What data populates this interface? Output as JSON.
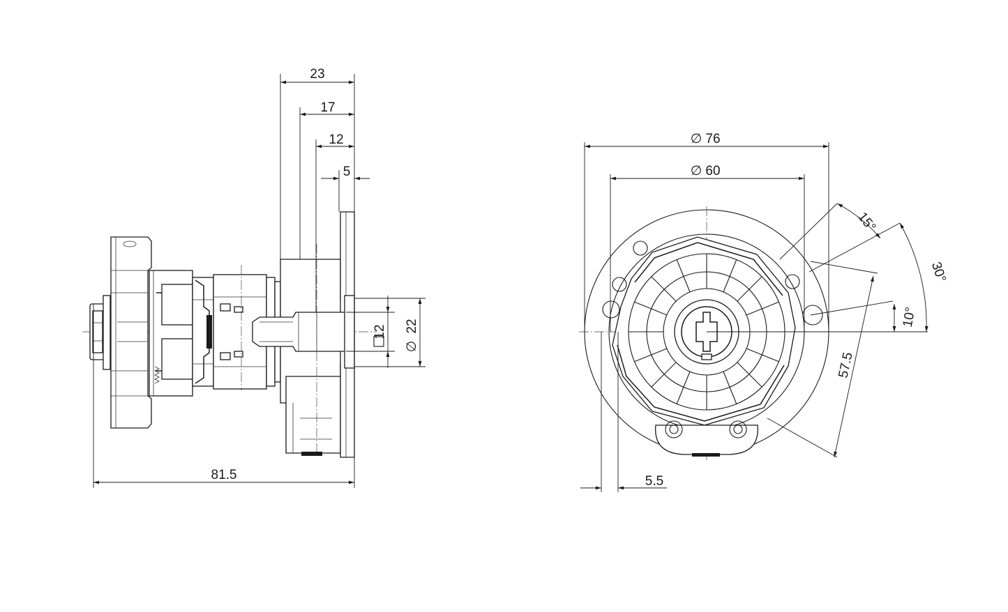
{
  "dimensions": {
    "side_view": {
      "dim_23": "23",
      "dim_17": "17",
      "dim_12_top": "12",
      "dim_5": "5",
      "dim_square_12": "12",
      "dim_dia_22": "22",
      "dim_81_5": "81.5"
    },
    "front_view": {
      "dim_dia_76": "76",
      "dim_dia_60": "60",
      "angle_15": "15°",
      "angle_30": "30°",
      "angle_10": "10°",
      "dim_57_5": "57.5",
      "dim_5_5": "5.5"
    }
  },
  "symbols": {
    "diameter": "∅",
    "square": "□"
  }
}
